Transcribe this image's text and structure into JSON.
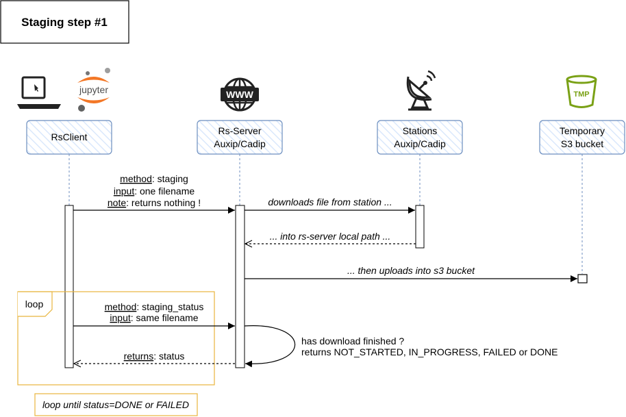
{
  "title": "Staging step #1",
  "actors": {
    "rsclient": {
      "label": "RsClient"
    },
    "rsserver": {
      "line1": "Rs-Server",
      "line2": "Auxip/Cadip"
    },
    "stations": {
      "line1": "Stations",
      "line2": "Auxip/Cadip"
    },
    "bucket": {
      "line1": "Temporary",
      "line2": "S3 bucket"
    }
  },
  "icons": {
    "laptop": "laptop-icon",
    "jupyter": {
      "name": "jupyter-logo",
      "text": "jupyter"
    },
    "www": {
      "name": "www-globe-icon",
      "text": "WWW"
    },
    "antenna": "satellite-dish-icon",
    "bucket": {
      "name": "s3-bucket-icon",
      "text": "TMP",
      "color": "#7AA116"
    }
  },
  "messages": {
    "staging": {
      "method_key": "method",
      "method_val": ": staging",
      "input_key": "input",
      "input_val": ": one filename",
      "note_key": "note",
      "note_val": ": returns nothing !"
    },
    "download": "downloads file from station ...",
    "into_local": "... into rs-server local path ...",
    "upload": "... then uploads into s3 bucket",
    "status_call": {
      "method_key": "method",
      "method_val": ": staging_status",
      "input_key": "input",
      "input_val": ": same filename"
    },
    "self_note": {
      "line1": "has download finished ?",
      "line2": "returns NOT_STARTED, IN_PROGRESS, FAILED or DONE"
    },
    "returns": {
      "key": "returns",
      "val": ": status"
    }
  },
  "loop": {
    "label": "loop",
    "note": "loop until status=DONE or FAILED"
  },
  "colors": {
    "actor_border": "#6C8EBF",
    "actor_fill": "#DAE8FC",
    "loop_border": "#E8B53C",
    "lifeline": "#6C8EBF",
    "bucket_green": "#7AA116",
    "jupyter_orange": "#F37726"
  }
}
